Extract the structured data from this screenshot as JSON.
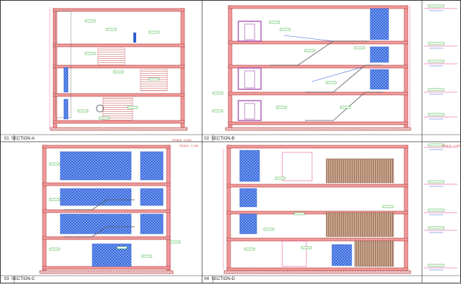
{
  "sheet": {
    "colors": {
      "wall": "#ef9a9a",
      "wall_edge": "#b23a3a",
      "glass": "#2f5fd6",
      "door": "#9b3aa8",
      "note": "#1fa31f",
      "dim": "#e0338a",
      "hatch": "#a0705a"
    }
  },
  "sections": [
    {
      "number": "01",
      "title": "SECTION-A",
      "scale": ""
    },
    {
      "number": "02",
      "title": "SECTION-B",
      "scale": "SCALE - 1:100"
    },
    {
      "number": "03",
      "title": "SECTION-C",
      "scale": "SCALE - 1:100"
    },
    {
      "number": "04",
      "title": "SECTION-D",
      "scale": "SCALE - 1:100"
    }
  ]
}
